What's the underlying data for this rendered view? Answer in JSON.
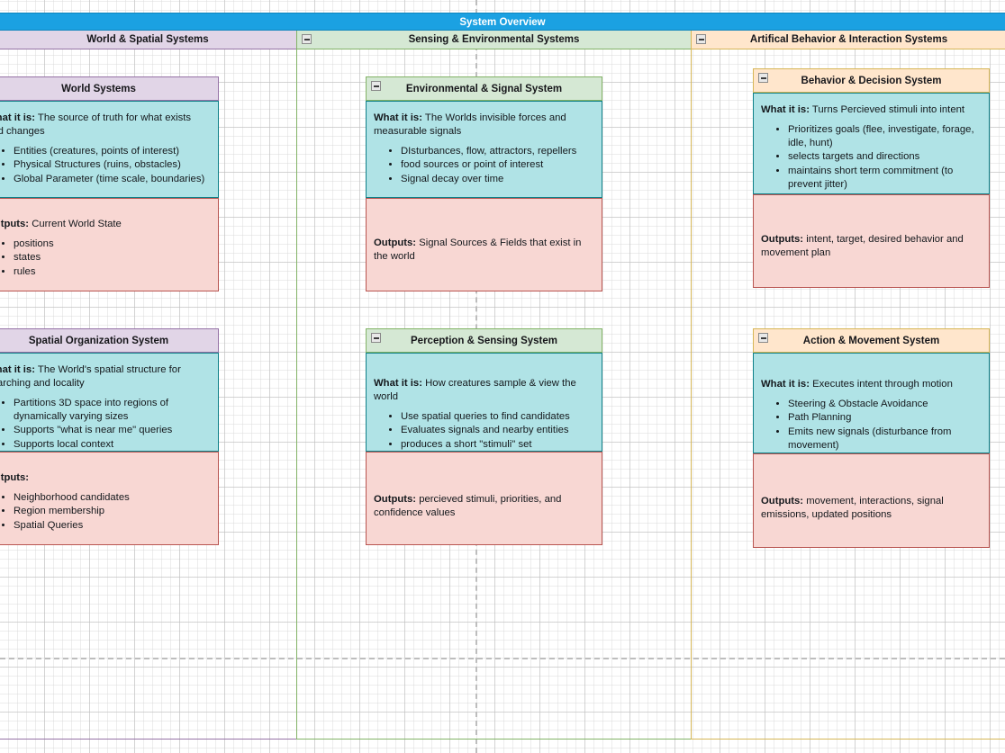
{
  "pool": {
    "title": "System Overview"
  },
  "lanes": [
    {
      "name": "World & Spatial Systems",
      "color": "#e1d5e7",
      "border": "#9673a6",
      "collapsible": false
    },
    {
      "name": "Sensing & Environmental Systems",
      "color": "#d5e8d4",
      "border": "#82b366",
      "collapsible": true
    },
    {
      "name": "Artifical Behavior & Interaction Systems",
      "color": "#ffe6cc",
      "border": "#d6b656",
      "collapsible": true
    }
  ],
  "palette": {
    "pool_bar": "#1ba1e2",
    "what_it_is_fill": "#b0e3e6",
    "what_it_is_stroke": "#0e8088",
    "outputs_fill": "#f8d7d3",
    "outputs_stroke": "#b85450"
  },
  "cards": [
    {
      "id": "world-systems",
      "title": "World Systems",
      "lane": "World & Spatial Systems",
      "collapsible": false,
      "what_label": "What it is:",
      "what_text": "The source of truth for what exists and changes",
      "what_points": [
        "Entities (creatures, points of interest)",
        "Physical Structures (ruins, obstacles)",
        "Global Parameter (time scale, boundaries)"
      ],
      "outputs_label": "Outputs:",
      "outputs_text": "Current World State",
      "outputs_points": [
        "positions",
        "states",
        "rules"
      ]
    },
    {
      "id": "spatial-organization-system",
      "title": "Spatial Organization System",
      "lane": "World & Spatial Systems",
      "collapsible": false,
      "what_label": "What it is:",
      "what_text": "The World's spatial structure for searching and locality",
      "what_points": [
        "Partitions 3D space into regions of dynamically varying sizes",
        "Supports \"what is near me\" queries",
        "Supports local context"
      ],
      "outputs_label": "Outputs:",
      "outputs_text": "",
      "outputs_points": [
        "Neighborhood candidates",
        "Region membership",
        "Spatial Queries"
      ]
    },
    {
      "id": "environmental-signal-system",
      "title": "Environmental & Signal System",
      "lane": "Sensing & Environmental Systems",
      "collapsible": true,
      "what_label": "What it is:",
      "what_text": "The Worlds invisible forces and measurable signals",
      "what_points": [
        "DIsturbances, flow, attractors, repellers",
        "food sources or point of interest",
        "Signal decay over time"
      ],
      "outputs_label": "Outputs:",
      "outputs_text": "Signal Sources & Fields that exist in the world",
      "outputs_points": []
    },
    {
      "id": "perception-sensing-system",
      "title": "Perception & Sensing System",
      "lane": "Sensing & Environmental Systems",
      "collapsible": true,
      "what_label": "What it is:",
      "what_text": "How creatures sample & view the world",
      "what_points": [
        "Use spatial queries to find candidates",
        "Evaluates signals and nearby entities",
        "produces a short \"stimuli\" set"
      ],
      "outputs_label": "Outputs:",
      "outputs_text": "percieved stimuli, priorities, and confidence values",
      "outputs_points": []
    },
    {
      "id": "behavior-decision-system",
      "title": "Behavior & Decision System",
      "lane": "Artifical Behavior & Interaction Systems",
      "collapsible": true,
      "what_label": "What it is:",
      "what_text": "Turns Percieved stimuli into intent",
      "what_points": [
        "Prioritizes goals (flee, investigate, forage, idle, hunt)",
        "selects targets and directions",
        "maintains short term commitment (to prevent jitter)"
      ],
      "outputs_label": "Outputs:",
      "outputs_text": "intent, target, desired behavior and movement plan",
      "outputs_points": []
    },
    {
      "id": "action-movement-system",
      "title": "Action & Movement System",
      "lane": "Artifical Behavior & Interaction Systems",
      "collapsible": true,
      "what_label": "What it is:",
      "what_text": "Executes intent through motion",
      "what_points": [
        "Steering & Obstacle Avoidance",
        "Path Planning",
        "Emits new signals (disturbance from movement)"
      ],
      "outputs_label": "Outputs:",
      "outputs_text": "movement, interactions, signal emissions, updated positions",
      "outputs_points": []
    }
  ],
  "icons": {
    "collapse": "minus-square-icon"
  }
}
